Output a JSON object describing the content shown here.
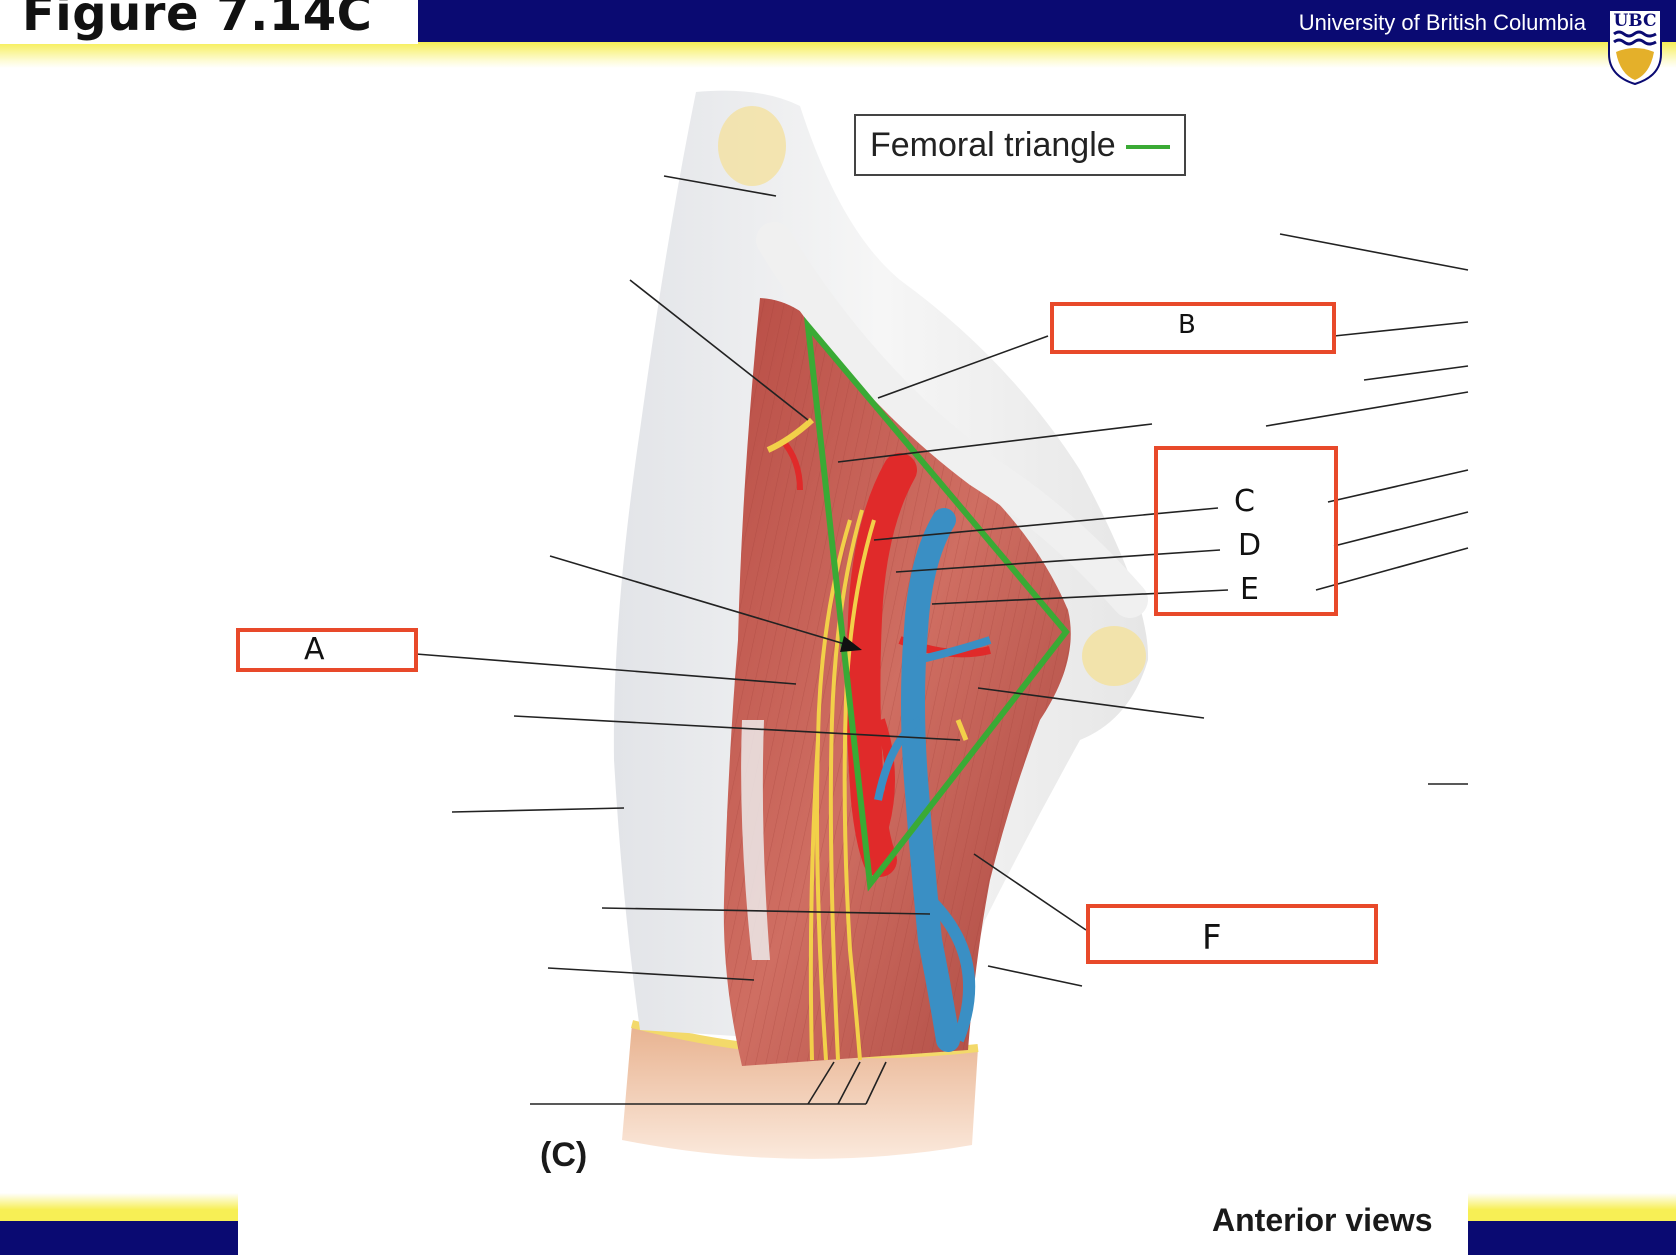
{
  "header": {
    "figure_title": "Figure 7.14C",
    "institution": "University of British Columbia",
    "logo_text": "UBC",
    "navy": "#0a0a72",
    "yellow": "#f6ee55"
  },
  "legend": {
    "text": "Femoral triangle",
    "swatch_color": "#3aaa35"
  },
  "answer_boxes": {
    "a": "A",
    "b": "B",
    "c": "C",
    "d": "D",
    "e": "E",
    "f": "F",
    "border_color": "#e8492a"
  },
  "panel_letter": "(C)",
  "view_caption": "Anterior views",
  "colors": {
    "artery": "#e02a2a",
    "vein": "#3a8fc4",
    "nerve": "#f2d049",
    "muscle": "#c0594e",
    "fascia": "#eeeeee"
  }
}
